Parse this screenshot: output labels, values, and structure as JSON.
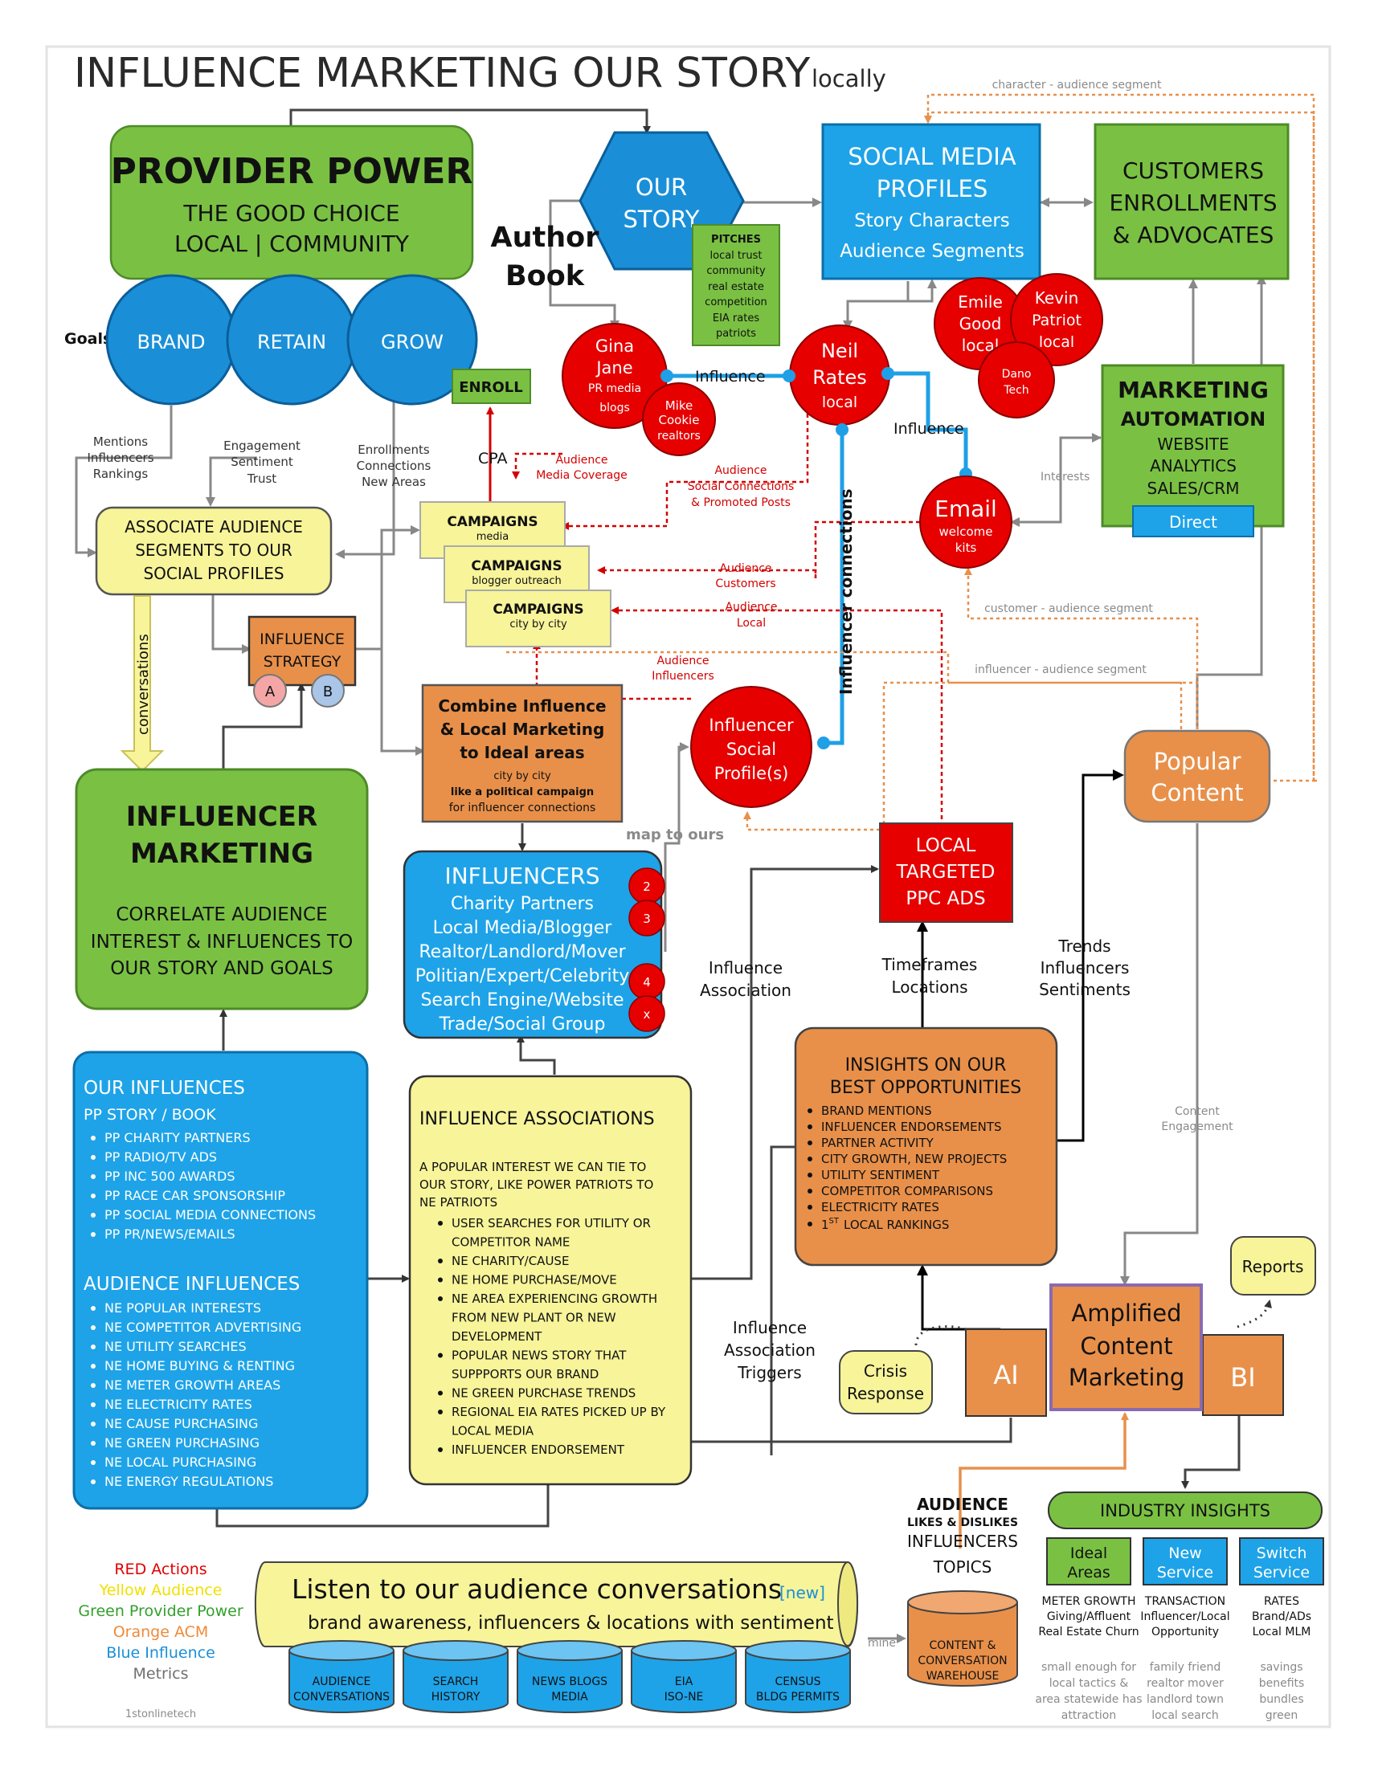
{
  "title": {
    "main": "INFLUENCE MARKETING OUR STORY",
    "suffix": "locally"
  },
  "provider_power": {
    "title": "PROVIDER POWER",
    "line1": "THE GOOD CHOICE",
    "line2": "LOCAL | COMMUNITY"
  },
  "goals": {
    "label": "Goals",
    "brand": "BRAND",
    "retain": "RETAIN",
    "grow": "GROW"
  },
  "goal_notes": {
    "brand": [
      "Mentions",
      "Influencers",
      "Rankings"
    ],
    "retain": [
      "Engagement",
      "Sentiment",
      "Trust"
    ],
    "grow": [
      "Enrollments",
      "Connections",
      "New Areas"
    ]
  },
  "our_story": {
    "line1": "OUR",
    "line2": "STORY"
  },
  "author_book": {
    "line1": "Author",
    "line2": "Book"
  },
  "pitches": {
    "title": "PITCHES",
    "lines": [
      "local trust",
      "community",
      "real estate",
      "competition",
      "EIA rates",
      "patriots"
    ]
  },
  "social_profiles": {
    "line1": "SOCIAL MEDIA",
    "line2": "PROFILES",
    "line3": "Story Characters",
    "line4": "Audience Segments"
  },
  "customers": {
    "line1": "CUSTOMERS",
    "line2": "ENROLLMENTS",
    "line3": "& ADVOCATES"
  },
  "marketing_automation": {
    "line1": "MARKETING",
    "line2": "AUTOMATION",
    "line3": "WEBSITE",
    "line4": "ANALYTICS",
    "line5": "SALES/CRM",
    "direct": "Direct"
  },
  "characters": {
    "gina": [
      "Gina",
      "Jane",
      "PR media",
      "blogs"
    ],
    "mike": [
      "Mike",
      "Cookie",
      "realtors"
    ],
    "neil": [
      "Neil",
      "Rates",
      "local"
    ],
    "emile": [
      "Emile",
      "Good",
      "local"
    ],
    "kevin": [
      "Kevin",
      "Patriot",
      "local"
    ],
    "dano": [
      "Dano",
      "Tech"
    ]
  },
  "email": {
    "title": "Email",
    "line1": "welcome",
    "line2": "kits"
  },
  "enroll": "ENROLL",
  "cpa": "CPA",
  "associate": {
    "line1": "ASSOCIATE AUDIENCE",
    "line2": "SEGMENTS TO OUR",
    "line3": "SOCIAL PROFILES"
  },
  "campaigns": [
    {
      "title": "CAMPAIGNS",
      "sub": "media"
    },
    {
      "title": "CAMPAIGNS",
      "sub": "blogger outreach"
    },
    {
      "title": "CAMPAIGNS",
      "sub": "city by city"
    }
  ],
  "influence_strategy": {
    "line1": "INFLUENCE",
    "line2": "STRATEGY",
    "a": "A",
    "b": "B"
  },
  "conversations": "conversations",
  "combine": {
    "line1": "Combine Influence",
    "line2": "& Local Marketing",
    "line3": "to Ideal areas",
    "line4": "city by city",
    "line5": "like a political campaign",
    "line6": "for influencer connections"
  },
  "influencer_marketing": {
    "line1": "INFLUENCER",
    "line2": "MARKETING",
    "line3": "CORRELATE AUDIENCE",
    "line4": "INTEREST & INFLUENCES TO",
    "line5": "OUR STORY AND GOALS"
  },
  "influencers_box": {
    "title": "INFLUENCERS",
    "items": [
      "Charity Partners",
      "Local Media/Blogger",
      "Realtor/Landlord/Mover",
      "Politian/Expert/Celebrity",
      "Search Engine/Website",
      "Trade/Social Group"
    ],
    "badges": [
      "2",
      "3",
      "4",
      "x"
    ]
  },
  "influencer_profile": {
    "line1": "Influencer",
    "line2": "Social",
    "line3": "Profile(s)"
  },
  "local_ppc": {
    "line1": "LOCAL",
    "line2": "TARGETED",
    "line3": "PPC ADS"
  },
  "popular_content": {
    "line1": "Popular",
    "line2": "Content"
  },
  "labels": {
    "influence1": "Influence",
    "influence2": "Influence",
    "influencer_connections": "Influencer connections",
    "interests": "Interests",
    "audience_media": [
      "Audience",
      "Media Coverage"
    ],
    "audience_social": [
      "Audience",
      "Social Connections",
      "& Promoted Posts"
    ],
    "audience_customers": [
      "Audience",
      "Customers"
    ],
    "audience_local": [
      "Audience",
      "Local"
    ],
    "audience_influencers": [
      "Audience",
      "Influencers"
    ],
    "character_segment": "character - audience segment",
    "customer_segment": "customer - audience segment",
    "influencer_segment": "influencer - audience segment",
    "map_to_ours": "map to ours",
    "influence_association": [
      "Influence",
      "Association"
    ],
    "timeframes": [
      "Timeframes",
      "Locations"
    ],
    "trends": [
      "Trends",
      "Influencers",
      "Sentiments"
    ],
    "content_engagement": [
      "Content",
      "Engagement"
    ],
    "triggers": [
      "Influence",
      "Association",
      "Triggers"
    ],
    "mine": "mine"
  },
  "our_influences": {
    "title": "OUR INFLUENCES",
    "subtitle": "PP STORY / BOOK",
    "items": [
      "PP CHARITY PARTNERS",
      "PP RADIO/TV ADS",
      "PP INC 500 AWARDS",
      "PP RACE CAR SPONSORSHIP",
      "PP SOCIAL MEDIA CONNECTIONS",
      "PP PR/NEWS/EMAILS"
    ],
    "title2": "AUDIENCE INFLUENCES",
    "items2": [
      "NE POPULAR INTERESTS",
      "NE COMPETITOR ADVERTISING",
      "NE UTILITY SEARCHES",
      "NE HOME BUYING & RENTING",
      "NE METER GROWTH AREAS",
      "NE ELECTRICITY RATES",
      "NE CAUSE PURCHASING",
      "NE GREEN PURCHASING",
      "NE LOCAL PURCHASING",
      "NE ENERGY REGULATIONS"
    ]
  },
  "associations": {
    "title": "INFLUENCE ASSOCIATIONS",
    "intro": [
      "A POPULAR INTEREST WE CAN TIE TO",
      "OUR STORY, LIKE POWER PATRIOTS TO",
      "NE PATRIOTS"
    ],
    "items": [
      [
        "USER SEARCHES FOR UTILITY OR",
        "COMPETITOR NAME"
      ],
      [
        "NE CHARITY/CAUSE"
      ],
      [
        "NE HOME PURCHASE/MOVE"
      ],
      [
        "NE AREA EXPERIENCING GROWTH",
        "FROM NEW PLANT OR NEW",
        "DEVELOPMENT"
      ],
      [
        "POPULAR NEWS STORY THAT",
        "SUPPPORTS OUR BRAND"
      ],
      [
        "NE GREEN PURCHASE TRENDS"
      ],
      [
        "REGIONAL EIA RATES PICKED UP BY",
        "LOCAL MEDIA"
      ],
      [
        "INFLUENCER ENDORSEMENT"
      ]
    ]
  },
  "insights": {
    "title1": "INSIGHTS ON OUR",
    "title2": "BEST OPPORTUNITIES",
    "items": [
      "BRAND MENTIONS",
      "INFLUENCER ENDORSEMENTS",
      "PARTNER ACTIVITY",
      "CITY GROWTH, NEW PROJECTS",
      "UTILITY SENTIMENT",
      "COMPETITOR COMPARISONS",
      "ELECTRICITY RATES"
    ],
    "last_num": "1",
    "last_sup": "ST",
    "last_text": "LOCAL RANKINGS"
  },
  "amplified": {
    "line1": "Amplified",
    "line2": "Content",
    "line3": "Marketing",
    "ai": "AI",
    "bi": "BI"
  },
  "reports": "Reports",
  "crisis": {
    "line1": "Crisis",
    "line2": "Response"
  },
  "audience_likes": {
    "line1": "AUDIENCE",
    "line2": "LIKES & DISLIKES",
    "line3": "INFLUENCERS",
    "line4": "TOPICS"
  },
  "warehouse": [
    "CONTENT &",
    "CONVERSATION",
    "WAREHOUSE"
  ],
  "listen": {
    "title": "Listen to our audience conversations",
    "new": "[new]",
    "sub": "brand awareness, influencers & locations with sentiment"
  },
  "databases": [
    [
      "AUDIENCE",
      "CONVERSATIONS"
    ],
    [
      "SEARCH",
      "HISTORY"
    ],
    [
      "NEWS BLOGS",
      "MEDIA"
    ],
    [
      "EIA",
      "ISO-NE"
    ],
    [
      "CENSUS",
      "BLDG PERMITS"
    ]
  ],
  "industry": {
    "title": "INDUSTRY INSIGHTS",
    "cols": [
      {
        "head": [
          "Ideal",
          "Areas"
        ],
        "bold": [
          "METER GROWTH",
          "Giving/Affluent",
          "Real Estate Churn"
        ],
        "note": [
          "small enough for",
          "local tactics &",
          "area statewide has",
          "attraction"
        ]
      },
      {
        "head": [
          "New",
          "Service"
        ],
        "bold": [
          "TRANSACTION",
          "Influencer/Local",
          "Opportunity"
        ],
        "note": [
          "family friend",
          "realtor mover",
          "landlord town",
          "local search"
        ]
      },
      {
        "head": [
          "Switch",
          "Service"
        ],
        "bold": [
          "RATES",
          "Brand/ADs",
          "Local MLM"
        ],
        "note": [
          "savings",
          "benefits",
          "bundles",
          "green"
        ]
      }
    ]
  },
  "legend": [
    {
      "text": "RED Actions",
      "color": "#e00000"
    },
    {
      "text": "Yellow Audience",
      "color": "#f0e000"
    },
    {
      "text": "Green Provider Power",
      "color": "#33a02c"
    },
    {
      "text": "Orange ACM",
      "color": "#ee8a3a"
    },
    {
      "text": "Blue Influence",
      "color": "#1a8fd8"
    },
    {
      "text": "Metrics",
      "color": "#707070"
    }
  ],
  "footer": "1stonlinetech",
  "colors": {
    "green": "#7ac143",
    "blue": "#1ea3e8",
    "orange": "#e8904a",
    "yellow": "#f7f49a",
    "red": "#e60000"
  }
}
